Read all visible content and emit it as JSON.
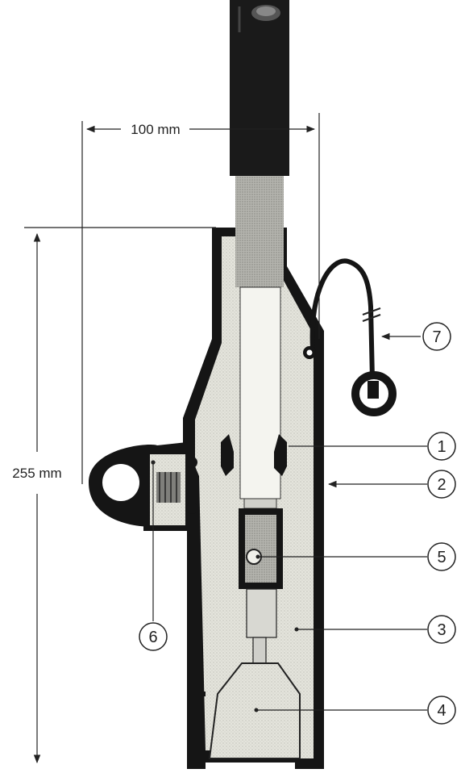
{
  "dimensions": {
    "width_label": "100 mm",
    "height_label": "255 mm"
  },
  "callouts": [
    {
      "id": "1",
      "label": "1"
    },
    {
      "id": "2",
      "label": "2"
    },
    {
      "id": "3",
      "label": "3"
    },
    {
      "id": "4",
      "label": "4"
    },
    {
      "id": "5",
      "label": "5"
    },
    {
      "id": "6",
      "label": "6"
    },
    {
      "id": "7",
      "label": "7"
    }
  ],
  "colors": {
    "outer_shell": "#151515",
    "insulation": "#dcdcd4",
    "cable_jacket": "#1a1a1a",
    "cable_screen": "#a9a9a5",
    "conductor_insulation": "#f4f4ef",
    "lines": "#222222"
  }
}
